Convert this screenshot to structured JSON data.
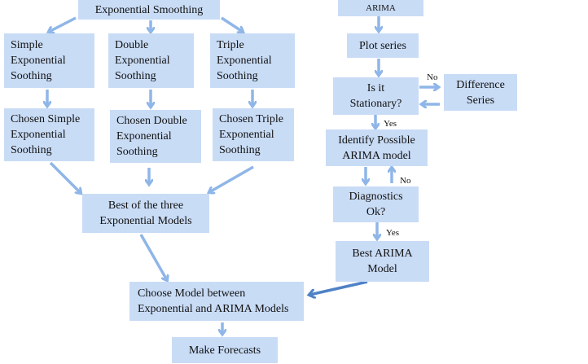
{
  "diagram": {
    "colors": {
      "box_fill": "#c9dcf6",
      "arrow": "#8fb6e8",
      "arrow_dark": "#4f82c6"
    },
    "exponential": {
      "root": [
        "Exponential Smoothing"
      ],
      "simple": [
        "Simple",
        "Exponential",
        "Soothing"
      ],
      "double": [
        "Double",
        "Exponential",
        "Soothing"
      ],
      "triple": [
        "Triple",
        "Exponential",
        "Soothing"
      ],
      "chosen_simple": [
        "Chosen Simple",
        "Exponential",
        "Soothing"
      ],
      "chosen_double": [
        "Chosen Double",
        "Exponential",
        "Soothing"
      ],
      "chosen_triple": [
        "Chosen Triple",
        "Exponential",
        "Soothing"
      ],
      "best": [
        "Best of the three",
        "Exponential Models"
      ]
    },
    "arima": {
      "root": [
        "ARIMA"
      ],
      "plot": [
        "Plot series"
      ],
      "stationary": [
        "Is it",
        "Stationary?"
      ],
      "difference": [
        "Difference",
        "Series"
      ],
      "identify": [
        "Identify Possible",
        "ARIMA model"
      ],
      "diagnostics": [
        "Diagnostics",
        "Ok?"
      ],
      "best": [
        "Best ARIMA",
        "Model"
      ]
    },
    "final": {
      "choose": [
        "Choose Model between",
        "Exponential and ARIMA Models"
      ],
      "forecast": [
        "Make Forecasts"
      ]
    },
    "edge_labels": {
      "no_stationary": "No",
      "yes_stationary": "Yes",
      "no_diagnostics": "No",
      "yes_diagnostics": "Yes"
    }
  }
}
